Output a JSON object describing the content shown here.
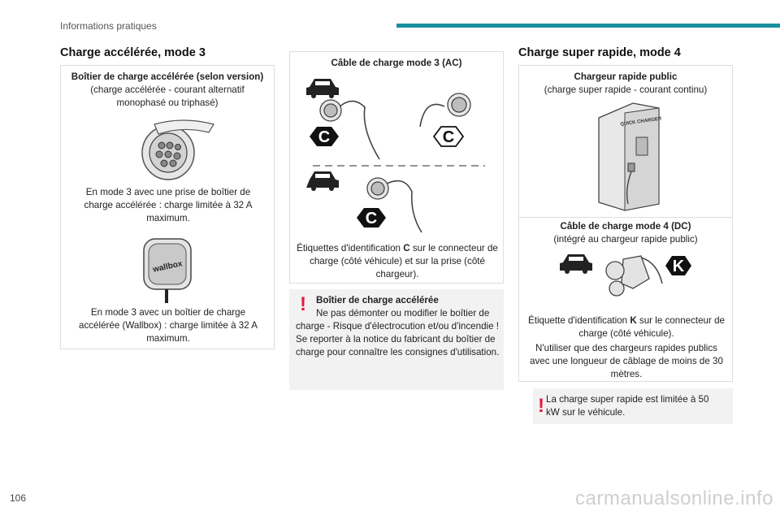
{
  "header": {
    "section": "Informations pratiques",
    "accent_color": "#1a8fa0"
  },
  "page_number": "106",
  "watermark": "carmanualsonline.info",
  "left": {
    "title": "Charge accélérée, mode 3",
    "box": {
      "heading": "Boîtier de charge accélérée (selon version)",
      "subtitle": "(charge accélérée - courant alternatif monophasé ou triphasé)",
      "socket_text": "En mode 3 avec une prise de boîtier de charge accélérée : charge limitée à 32 A maximum.",
      "wallbox_logo": "wallbox",
      "wallbox_text": "En mode 3 avec un boîtier de charge accélérée (Wallbox) : charge limitée à 32 A maximum."
    }
  },
  "middle": {
    "box": {
      "heading": "Câble de charge mode 3 (AC)",
      "badge": "C",
      "caption_pre": "Étiquettes d'identification ",
      "caption_bold": "C",
      "caption_post": " sur le connecteur de charge (côté véhicule) et sur la prise (côté chargeur)."
    },
    "warning": {
      "title": "Boîtier de charge accélérée",
      "text": "Ne pas démonter ou modifier le boîtier de charge - Risque d'électrocution et/ou d'incendie !\nSe reporter à la notice du fabricant du boîtier de charge pour connaître les consignes d'utilisation."
    }
  },
  "right": {
    "title": "Charge super rapide, mode 4",
    "box": {
      "heading": "Chargeur rapide public",
      "subtitle": "(charge super rapide - courant continu)",
      "charger_label": "QUICK CHARGER",
      "cable_heading": "Câble de charge mode 4 (DC)",
      "cable_subtitle": "(intégré au chargeur rapide public)",
      "badge": "K",
      "caption_pre": "Étiquette d'identification ",
      "caption_bold": "K",
      "caption_post": " sur le connecteur de charge (côté véhicule).",
      "caption2": "N'utiliser que des chargeurs rapides publics avec une longueur de câblage de moins de 30 mètres."
    },
    "warning": {
      "text": "La charge super rapide est limitée à 50 kW sur le véhicule."
    }
  },
  "colors": {
    "warning": "#e5173f",
    "badge": "#111111"
  }
}
